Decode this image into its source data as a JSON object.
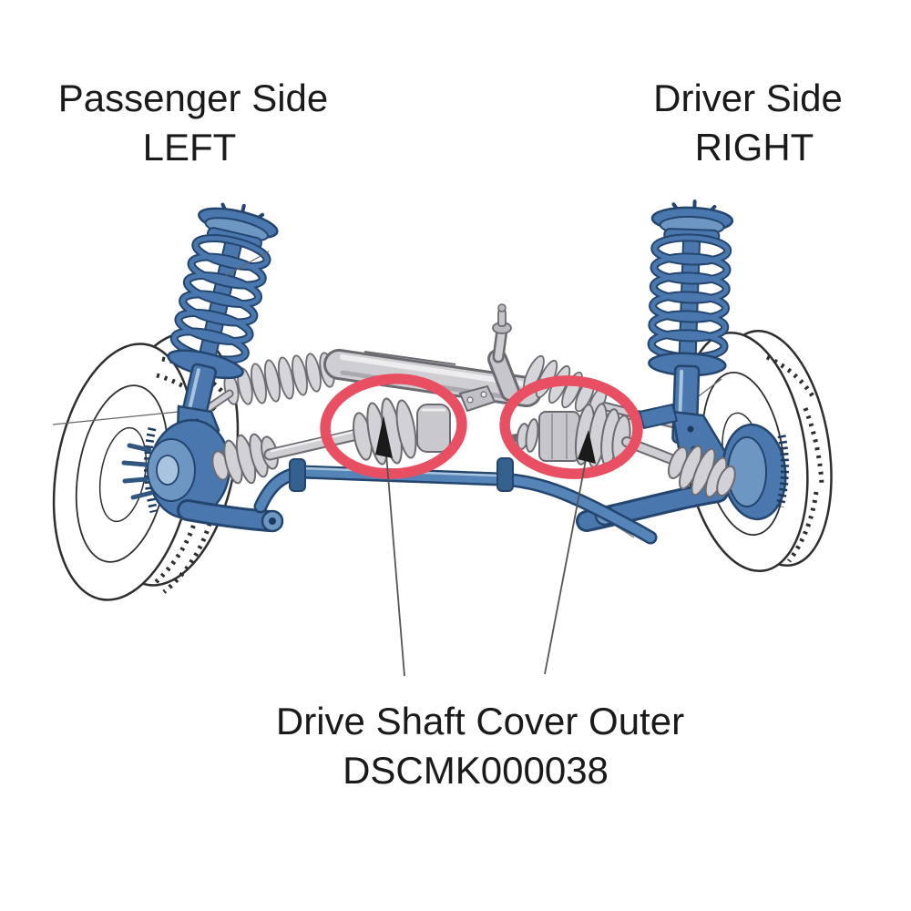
{
  "page": {
    "type": "auto-parts-location-diagram",
    "background": "#ffffff"
  },
  "labels": {
    "passenger": {
      "line1": "Passenger Side",
      "line2": "LEFT"
    },
    "driver": {
      "line1": "Driver Side",
      "line2": "RIGHT"
    },
    "part": {
      "name": "Drive Shaft Cover Outer",
      "number": "DSCMK000038"
    }
  },
  "colors": {
    "highlight_red": "#e84f62",
    "component_blue": "#4a78ae",
    "component_blue_dark": "#23456e",
    "component_blue_light": "#a8c4de",
    "metal_gray": "#d2d2d6",
    "metal_gray_dark": "#6a6a70",
    "outline_black": "#2e2e2e",
    "text_black": "#1a1a1a"
  },
  "annotations": {
    "highlights": [
      {
        "target": "drive-shaft-cover-outer-left",
        "side": "passenger",
        "shape": "ellipse",
        "color": "#e84f62"
      },
      {
        "target": "drive-shaft-cover-outer-right",
        "side": "driver",
        "shape": "ellipse",
        "color": "#e84f62"
      }
    ],
    "pointer_lines": 2
  }
}
